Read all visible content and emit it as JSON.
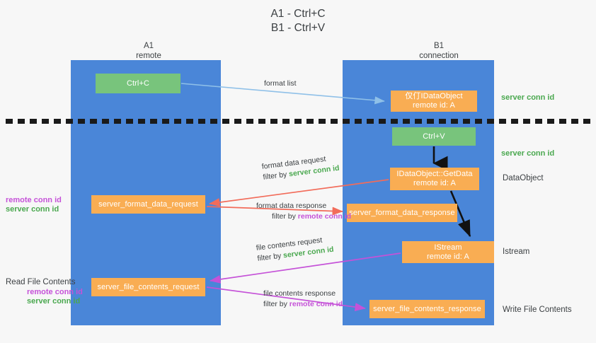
{
  "title": {
    "line1": "A1 - Ctrl+C",
    "line2": "B1 - Ctrl+V"
  },
  "lanes": [
    {
      "name": "A1",
      "subtitle": "remote"
    },
    {
      "name": "B1",
      "subtitle": "connection"
    }
  ],
  "boxes": {
    "ctrl_c": {
      "line1": "Ctrl+C"
    },
    "ctrl_v": {
      "line1": "Ctrl+V"
    },
    "idataobject_remote": {
      "line1": "仅仃IDataObject",
      "line2": "remote id: A"
    },
    "getdata": {
      "line1": "IDataObject::GetData",
      "line2": "remote id: A"
    },
    "istream": {
      "line1": "IStream",
      "line2": "remote id: A"
    },
    "server_format_data_request": {
      "line1": "server_format_data_request"
    },
    "server_format_data_response": {
      "line1": "server_format_data_response"
    },
    "server_file_contents_request": {
      "line1": "server_file_contents_request"
    },
    "server_file_contents_response": {
      "line1": "server_file_contents_response"
    }
  },
  "right_labels": {
    "server_conn_id_top": "server conn id",
    "server_conn_id_mid": "server conn id",
    "dataobject": "DataObject",
    "istream": "Istream",
    "write_file_contents": "Write File Contents"
  },
  "left_labels": {
    "remote_conn_id": "remote conn id",
    "server_conn_id": "server conn id",
    "read_file_contents": "Read File Contents",
    "read_remote_conn_id": "remote conn id",
    "read_server_conn_id": "server conn id"
  },
  "flows": {
    "format_list": "format list",
    "format_data_request": "format data request",
    "format_data_request_filter_prefix": "filter by ",
    "format_data_request_filter_key": "server conn id",
    "format_data_response": "format data response",
    "format_data_response_filter_prefix": "filter by ",
    "format_data_response_filter_key": "remote conn id",
    "file_contents_request": "file contents request",
    "file_contents_request_filter_prefix": "filter by ",
    "file_contents_request_filter_key": "server conn id",
    "file_contents_response": "file contents response",
    "file_contents_response_filter_prefix": "filter by ",
    "file_contents_response_filter_key": "remote conn id"
  },
  "colors": {
    "lane": "#4a86d8",
    "box_orange": "#f9ad53",
    "box_green": "#78c47c",
    "server_conn_id": "#4aa84f",
    "remote_conn_id": "#c552d8",
    "arrow_light_blue": "#8fc0e8",
    "arrow_red": "#f26c5a",
    "arrow_magenta": "#c552d8",
    "arrow_black": "#111111",
    "background": "#f7f7f7"
  }
}
